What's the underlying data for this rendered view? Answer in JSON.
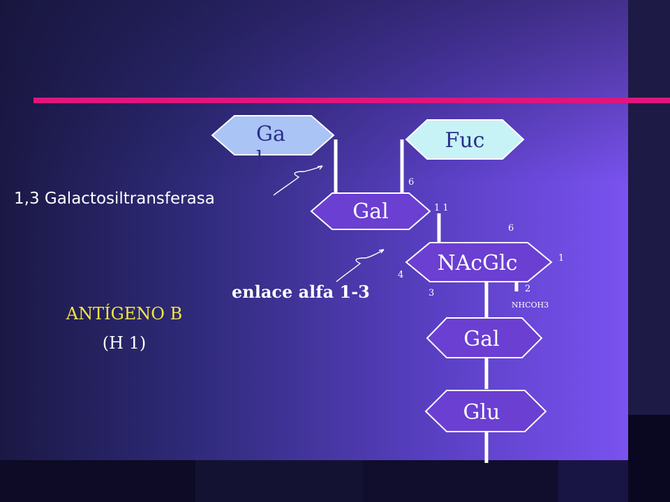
{
  "colors": {
    "accent_bar": "#e0157e",
    "gal_top_fill": "#a9c4f5",
    "fuc_fill": "#c7f3f7",
    "sugar_fill": "#6b3fd1",
    "sugar_stroke": "#ffffff",
    "title_yellow": "#f4e642"
  },
  "sugars": {
    "gal_top": "Ga\nl",
    "fuc": "Fuc",
    "gal_mid": "Gal",
    "nacglc": "NAcGlc",
    "gal_low": "Gal",
    "glu": "Glu"
  },
  "positions": {
    "fuc_6": "6",
    "gal_11": "1 1",
    "nac_6": "6",
    "nac_1": "1",
    "nac_4": "4",
    "nac_3": "3",
    "nac_2": "2",
    "nhcoh3": "NHCOH3"
  },
  "labels": {
    "enzyme": "1,3 Galactosiltransferasa",
    "bond": "enlace alfa 1-3",
    "antigen_title": "ANTÍGENO B",
    "antigen_sub": "(H 1)"
  },
  "icons": {
    "arrow": "squiggle-arrow-icon"
  }
}
